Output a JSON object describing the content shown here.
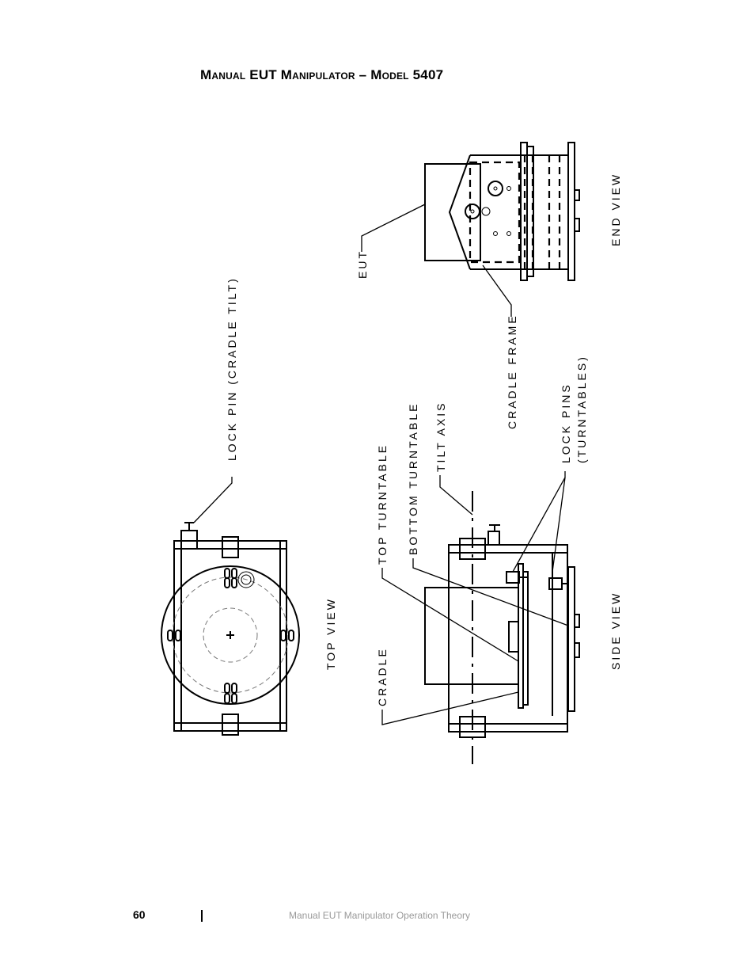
{
  "page": {
    "title": "Manual EUT Manipulator – Model 5407",
    "footer": {
      "page_number": "60",
      "text": "Manual EUT Manipulator Operation Theory"
    }
  },
  "labels": {
    "lock_pin_cradle_tilt": "LOCK PIN (CRADLE TILT)",
    "top_view": "TOP VIEW",
    "eut": "EUT",
    "end_view": "END VIEW",
    "cradle_frame": "CRADLE FRAME",
    "tilt_axis": "TILT AXIS",
    "bottom_turntable": "BOTTOM TURNTABLE",
    "top_turntable": "TOP TURNTABLE",
    "cradle": "CRADLE",
    "lock_pins": "LOCK PINS",
    "turntables": "(TURNTABLES)",
    "side_view": "SIDE VIEW"
  }
}
